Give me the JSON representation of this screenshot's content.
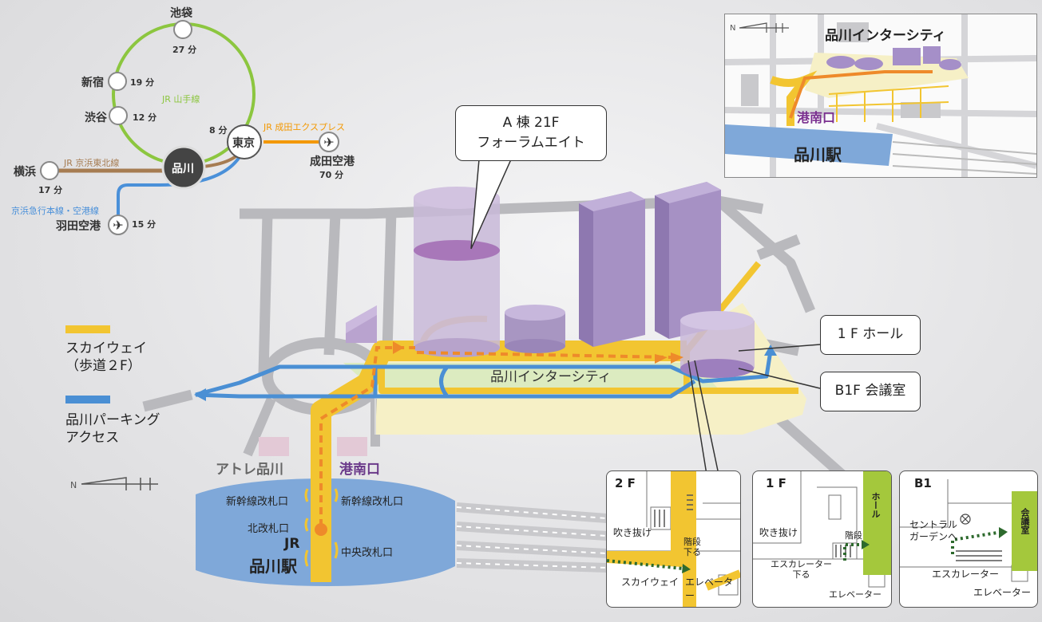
{
  "route_map": {
    "stations": [
      {
        "id": "ikebukuro",
        "name": "池袋",
        "time": "27 分"
      },
      {
        "id": "shinjuku",
        "name": "新宿",
        "time": "19 分"
      },
      {
        "id": "shibuya",
        "name": "渋谷",
        "time": "12 分"
      },
      {
        "id": "tokyo",
        "name": "東京",
        "time": "8 分"
      },
      {
        "id": "shinagawa",
        "name": "品川"
      },
      {
        "id": "yokohama",
        "name": "横浜",
        "time": "17 分"
      },
      {
        "id": "narita",
        "name": "成田空港",
        "time": "70 分"
      },
      {
        "id": "haneda",
        "name": "羽田空港",
        "time": "15 分"
      }
    ],
    "lines": {
      "yamanote": "JR 山手線",
      "narita_express": "JR 成田エクスプレス",
      "keihin_tohoku": "JR 京浜東北線",
      "keikyu": "京浜急行本線・空港線"
    },
    "colors": {
      "yamanote": "#8cc63f",
      "narita_express": "#f39800",
      "keihin_tohoku": "#a67c52",
      "keikyu": "#4a90d9"
    }
  },
  "legend": {
    "skyway": "スカイウェイ\n（歩道２F）",
    "parking": "品川パーキング\nアクセス",
    "skyway_color": "#f2c531",
    "parking_color": "#4a8fd4"
  },
  "callouts": {
    "forum": "A 棟 21F\nフォーラムエイト",
    "hall": "1 F ホール",
    "b1": "B1F 会議室"
  },
  "main_map": {
    "intercity": "品川インターシティ",
    "atre": "アトレ品川",
    "konan": "港南口",
    "shinkansen_gate_left": "新幹線改札口",
    "shinkansen_gate_right": "新幹線改札口",
    "north_gate": "北改札口",
    "central_gate": "中央改札口",
    "jr": "JR",
    "station": "品川駅"
  },
  "overview": {
    "title": "品川インターシティ",
    "konan": "港南口",
    "station": "品川駅"
  },
  "floor_insets": [
    {
      "id": "2f",
      "title": "2 F",
      "labels": {
        "void": "吹き抜け",
        "stairs": "階段\n下る",
        "skyway": "スカイウェイ",
        "elevator": "エレベーター"
      }
    },
    {
      "id": "1f",
      "title": "1 F",
      "labels": {
        "void": "吹き抜け",
        "stairs": "階段",
        "escalator": "エスカレーター\n下る",
        "elevator": "エレベーター",
        "hall": "ホール"
      }
    },
    {
      "id": "b1",
      "title": "B1",
      "labels": {
        "garden": "セントラル\nガーデンへ",
        "escalator": "エスカレーター",
        "elevator": "エレベーター",
        "room": "会議室"
      }
    }
  ]
}
